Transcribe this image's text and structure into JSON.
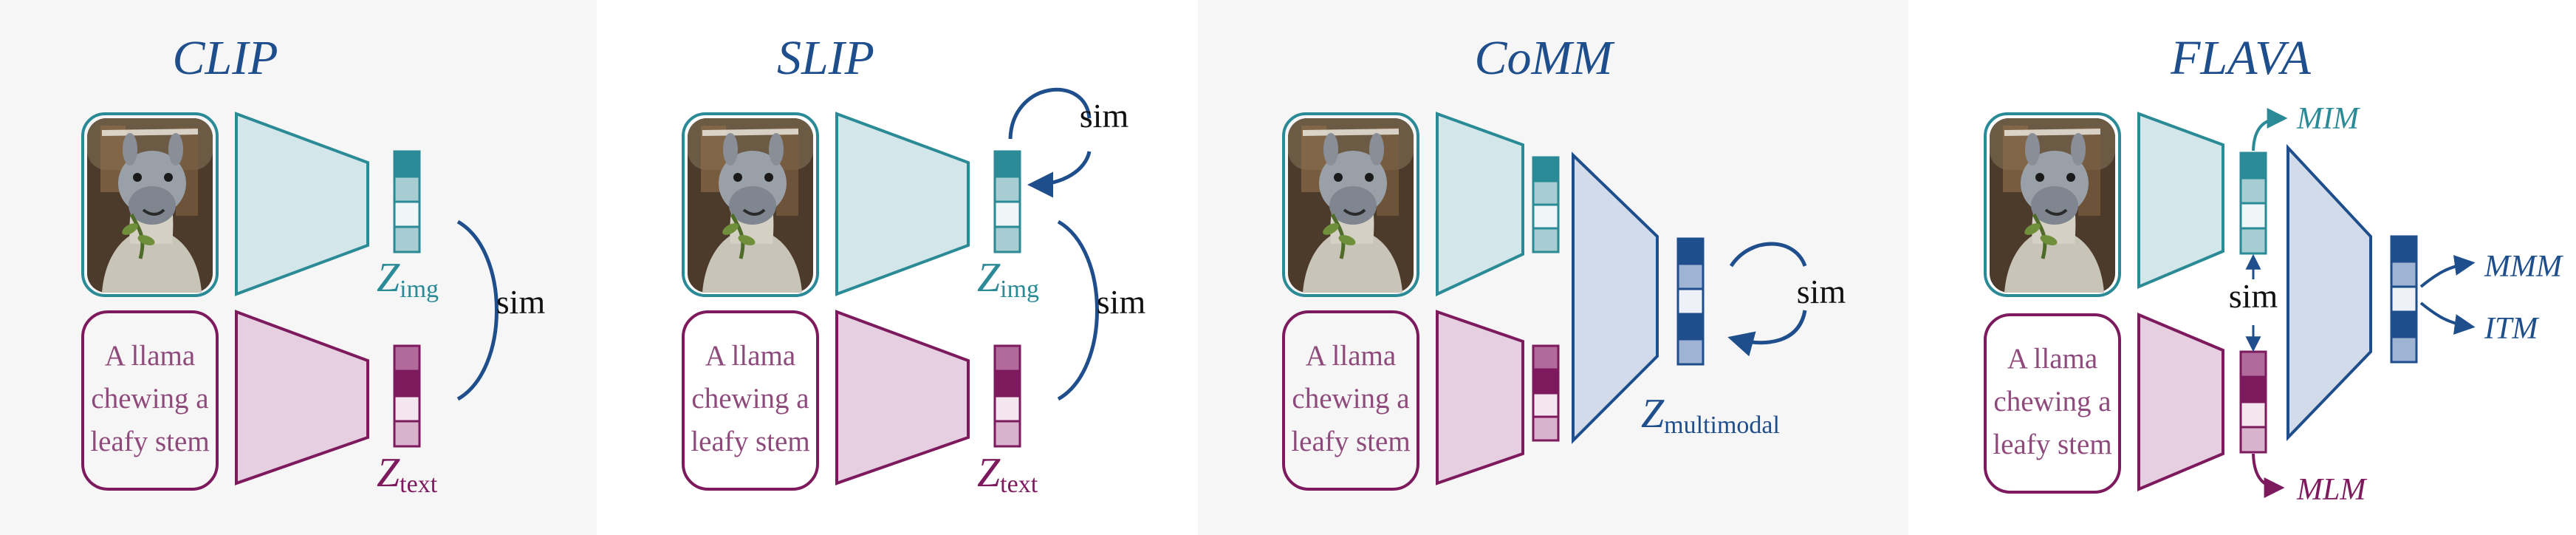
{
  "colors": {
    "teal": "#2a8a96",
    "teal_light": "#d3e7ea",
    "purple": "#7d1a5e",
    "purple_light": "#e6cfe0",
    "navy": "#1f4e8c",
    "navy_light": "#d2dbea",
    "panel_gray": "#f6f6f6"
  },
  "panels": [
    {
      "title": "CLIP",
      "caption": [
        "A llama",
        "chewing a",
        "leafy stem"
      ],
      "z_img": {
        "main": "Z",
        "sub": "img"
      },
      "z_text": {
        "main": "Z",
        "sub": "text"
      },
      "sim": "sim"
    },
    {
      "title": "SLIP",
      "caption": [
        "A llama",
        "chewing a",
        "leafy stem"
      ],
      "z_img": {
        "main": "Z",
        "sub": "img"
      },
      "z_text": {
        "main": "Z",
        "sub": "text"
      },
      "sim_top": "sim",
      "sim": "sim"
    },
    {
      "title": "CoMM",
      "caption": [
        "A llama",
        "chewing a",
        "leafy stem"
      ],
      "z_multi": {
        "main": "Z",
        "sub": "multimodal"
      },
      "sim": "sim"
    },
    {
      "title": "FLAVA",
      "caption": [
        "A llama",
        "chewing a",
        "leafy stem"
      ],
      "sim": "sim",
      "tasks": {
        "mim": "MIM",
        "mlm": "MLM",
        "mmm": "MMM",
        "itm": "ITM"
      }
    }
  ]
}
